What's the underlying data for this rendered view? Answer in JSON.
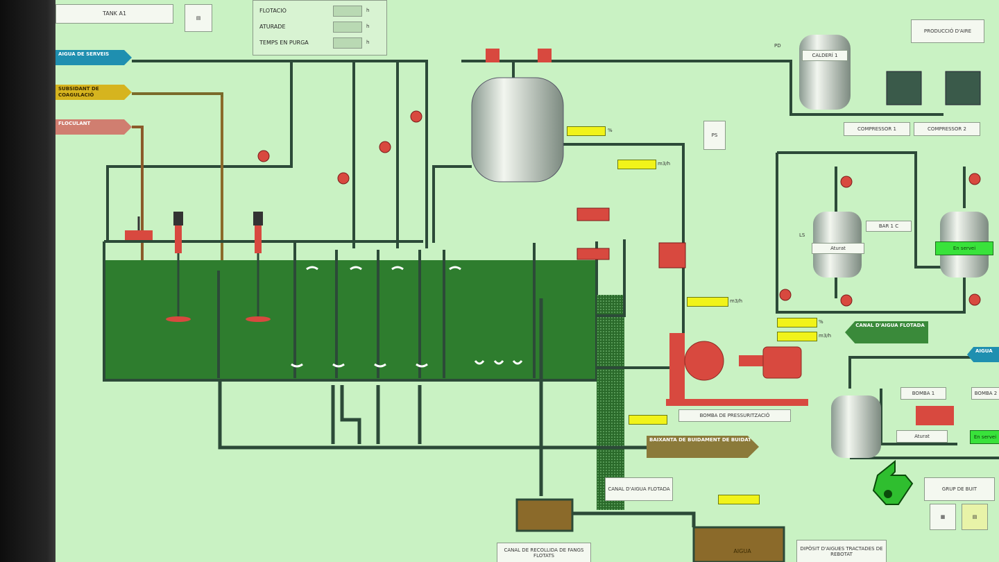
{
  "panel": {
    "tank_label": "TANK A1",
    "params": [
      {
        "label": "FLOTACIÓ",
        "unit": "h"
      },
      {
        "label": "ATURADE",
        "unit": "h"
      },
      {
        "label": "TEMPS EN PURGA",
        "unit": "h"
      }
    ]
  },
  "inlets": {
    "water": "AIGUA DE SERVEIS",
    "coagulant": "SUBSIDANT DE COAGULACIÓ",
    "flocculant": "FLOCULANT"
  },
  "air": {
    "title": "PRODUCCIÓ D'AIRE",
    "pd_label": "PD",
    "boiler": "CALDERÍ 1",
    "compressor1": "COMPRESSOR 1",
    "compressor2": "COMPRESSOR 2",
    "pressure_unit": "%",
    "flow_unit": "m3/h",
    "ps_label": "PS"
  },
  "filters": {
    "filter1_label": "Aturat",
    "filter2_label": "En servei",
    "filter_box": "BAR 1 C",
    "ls_label": "LS",
    "channel_floated": "CANAL D'AIGUA FLOTADA"
  },
  "pump": {
    "label": "BOMBA DE PRESSURITZACIÓ",
    "flow_unit": "m3/h",
    "unit_a": "%",
    "unit_b": "m3/h"
  },
  "bottom": {
    "sludge_channel": "CANAL DE RECOLLIDA DE FANGS FLOTATS",
    "floated_channel": "CANAL D'AIGUA FLOTADA",
    "drain_pipe": "BAIXANTA DE BUIDAMENT DE BUIDAT",
    "store": "DIPÒSIT D'AIGUES TRACTADES DE REBOTAT",
    "tank_label": "AIGUA"
  },
  "right_bottom": {
    "pump_label": "BOMBA 1",
    "pump_label2": "BOMBA 2",
    "state_stop": "Aturat",
    "state_run": "En servei",
    "group_label": "GRUP DE BUIT",
    "side_tag": "AIGUA"
  },
  "logo": "6",
  "colors": {
    "background": "#c9f2c3",
    "pipe": "#2c4a38",
    "water": "#2e7d2e",
    "valve": "#d8493f",
    "indicator": "#f1f31a"
  }
}
